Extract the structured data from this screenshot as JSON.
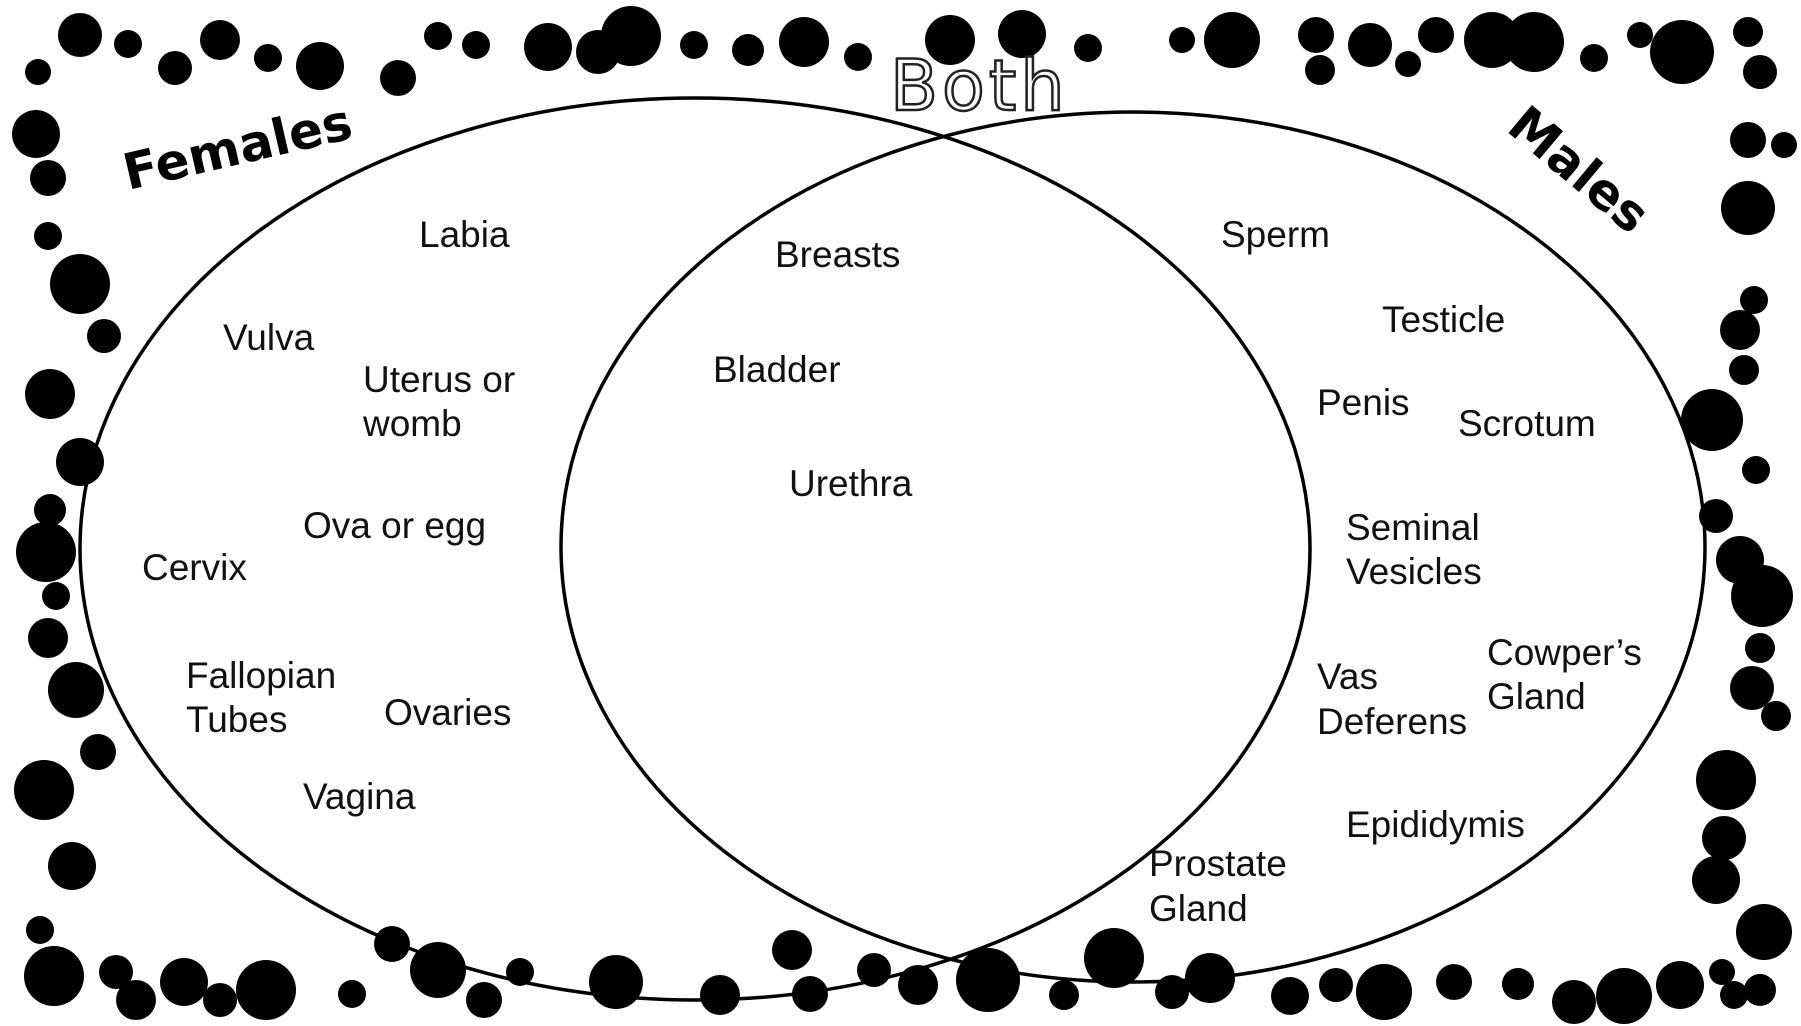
{
  "diagram": {
    "headings": {
      "left": "Females",
      "right": "Males",
      "center": "Both"
    },
    "colors": {
      "dots": "#000000",
      "circles": "#000000",
      "text": "#111111",
      "background": "#ffffff"
    },
    "females": {
      "labia": "Labia",
      "vulva": "Vulva",
      "uterus_line1": "Uterus or",
      "uterus_line2": "womb",
      "ova": "Ova or egg",
      "cervix": "Cervix",
      "fallopian_line1": "Fallopian",
      "fallopian_line2": "Tubes",
      "ovaries": "Ovaries",
      "vagina": "Vagina"
    },
    "both": {
      "breasts": "Breasts",
      "bladder": "Bladder",
      "urethra": "Urethra"
    },
    "males": {
      "sperm": "Sperm",
      "testicle": "Testicle",
      "penis": "Penis",
      "scrotum": "Scrotum",
      "seminal_line1": "Seminal",
      "seminal_line2": "Vesicles",
      "vas_line1": "Vas",
      "vas_line2": "Deferens",
      "cowpers_line1": "Cowper’s",
      "cowpers_line2": "Gland",
      "epididymis": "Epididymis",
      "prostate_line1": "Prostate",
      "prostate_line2": "Gland"
    }
  }
}
